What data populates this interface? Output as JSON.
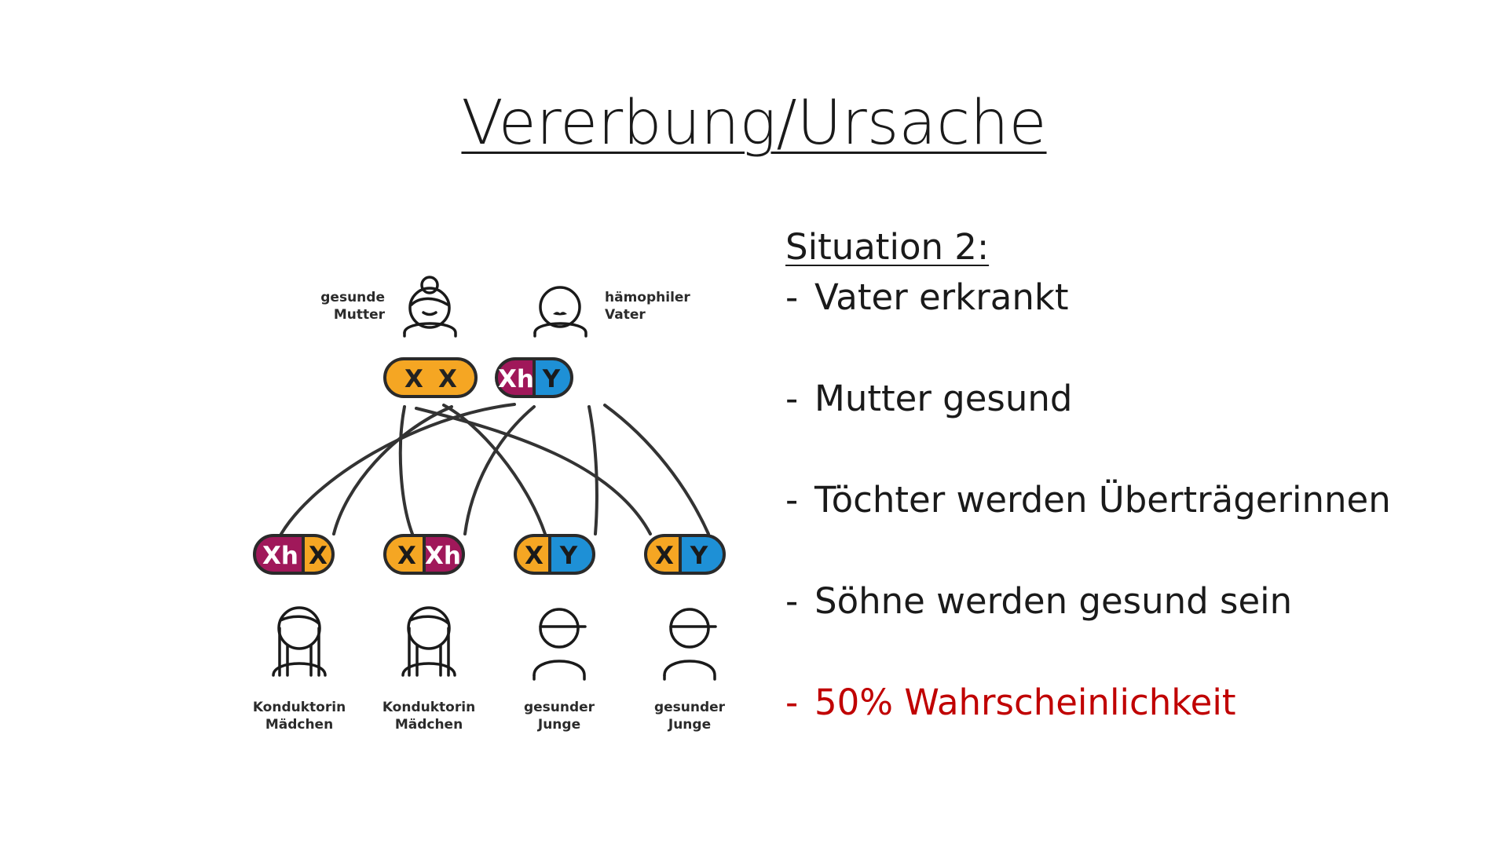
{
  "title": "Vererbung/Ursache",
  "colors": {
    "x_chromosome": "#f5a623",
    "y_chromosome": "#1e90d6",
    "affected_chromosome": "#a0185a",
    "highlight": "#c00000"
  },
  "parents": {
    "mother": {
      "label_line1": "gesunde",
      "label_line2": "Mutter",
      "chromosomes": [
        "X",
        "X"
      ]
    },
    "father": {
      "label_line1": "hämophiler",
      "label_line2": "Vater",
      "chromosomes": [
        "Xh",
        "Y"
      ]
    }
  },
  "children": [
    {
      "label_line1": "Konduktorin",
      "label_line2": "Mädchen",
      "chromosomes": [
        "Xh",
        "X"
      ]
    },
    {
      "label_line1": "Konduktorin",
      "label_line2": "Mädchen",
      "chromosomes": [
        "X",
        "Xh"
      ]
    },
    {
      "label_line1": "gesunder",
      "label_line2": "Junge",
      "chromosomes": [
        "X",
        "Y"
      ]
    },
    {
      "label_line1": "gesunder",
      "label_line2": "Junge",
      "chromosomes": [
        "X",
        "Y"
      ]
    }
  ],
  "situation": {
    "heading": "Situation 2:",
    "bullets": [
      {
        "dash": "-",
        "text": "Vater erkrankt"
      },
      {
        "dash": "-",
        "text": "Mutter gesund"
      },
      {
        "dash": "-",
        "text": "Töchter werden Überträgerinnen"
      },
      {
        "dash": "-",
        "text": "Söhne werden gesund sein"
      },
      {
        "dash": "-",
        "text": "50% Wahrscheinlichkeit"
      }
    ]
  }
}
